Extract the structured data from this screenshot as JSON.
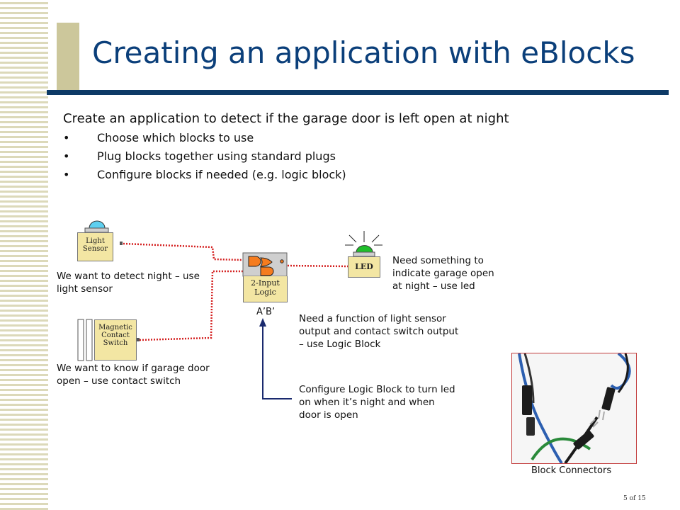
{
  "slide": {
    "title": "Creating an application with eBlocks",
    "lead": "Create an application to detect if the garage door is left open at night",
    "bullets": [
      "Choose which blocks to use",
      "Plug blocks together using standard plugs",
      "Configure blocks if needed (e.g. logic block)"
    ],
    "bullet_glyph": "•",
    "page_number": "5 of 15"
  },
  "diagram": {
    "light_sensor": {
      "line1": "Light",
      "line2": "Sensor"
    },
    "contact_switch": {
      "line1": "Magnetic",
      "line2": "Contact",
      "line3": "Switch"
    },
    "logic": {
      "line1": "2-Input",
      "line2": "Logic"
    },
    "led": {
      "label": "LED"
    },
    "logic_expression": "A’B’",
    "notes": {
      "light_sensor": [
        "We want to detect night – use",
        "light sensor"
      ],
      "contact_switch": [
        "We want to know if garage door",
        "open – use contact switch"
      ],
      "led": [
        "Need something to",
        "indicate garage open",
        "at night – use led"
      ],
      "logic": [
        "Need a function of light sensor",
        "output and contact switch output",
        "– use Logic Block"
      ],
      "configure": [
        "Configure Logic Block to turn led",
        "on when it’s night and when",
        "door is open"
      ]
    }
  },
  "photo": {
    "caption": "Block Connectors"
  },
  "colors": {
    "title": "#0b3f7a",
    "rule": "#0d3a66",
    "accent": "#ccc79b",
    "block_fill": "#f3e6a3",
    "wire": "#d42020",
    "led_green": "#1fbf2a",
    "sensor_blue": "#5ed0f0",
    "photo_border": "#c23b3b"
  }
}
